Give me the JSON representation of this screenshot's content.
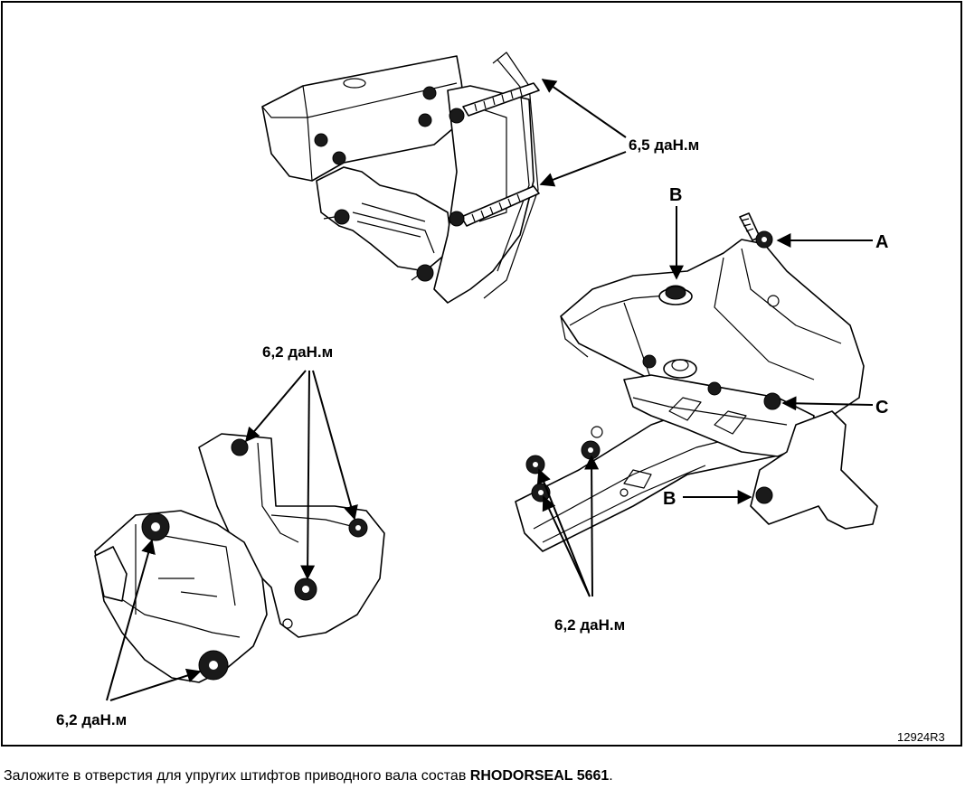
{
  "labels": {
    "torque_top": "6,5 даН.м",
    "torque_left_top": "6,2 даН.м",
    "torque_left_bottom": "6,2 даН.м",
    "torque_right_bottom": "6,2 даН.м",
    "point_a": "A",
    "point_b_top": "B",
    "point_b_bottom": "B",
    "point_c": "C"
  },
  "figure_ref": "12924R3",
  "caption": {
    "text": "Заложите в отверстия для упругих штифтов приводного вала состав ",
    "bold": "RHODORSEAL 5661",
    "end": "."
  }
}
